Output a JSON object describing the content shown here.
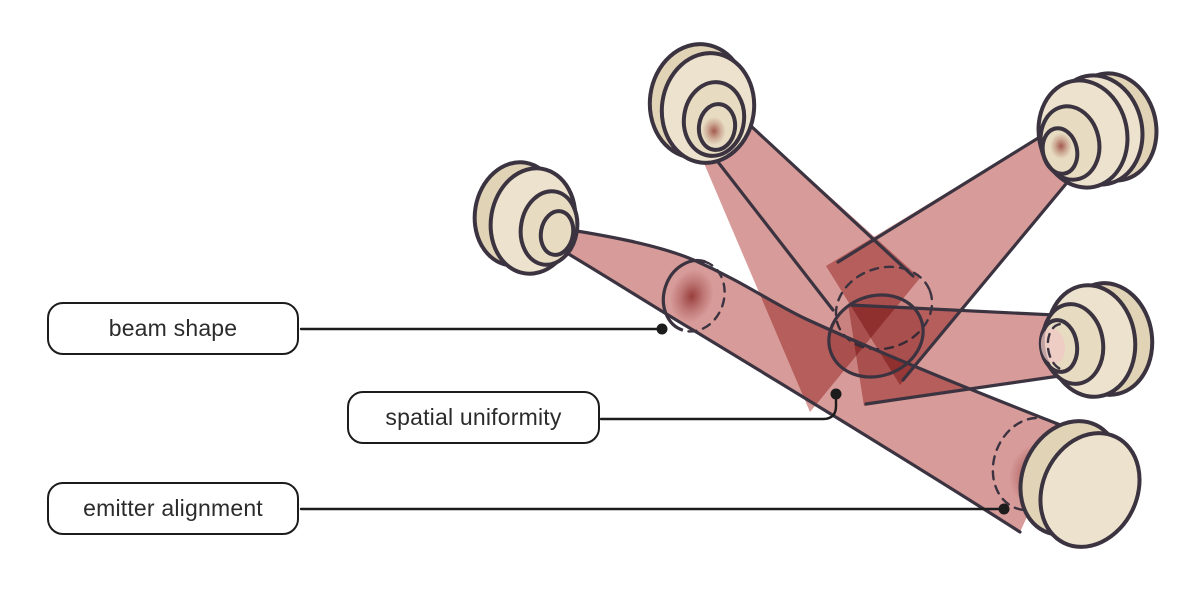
{
  "diagram": {
    "callouts": [
      {
        "id": "beam-shape",
        "label": "beam shape"
      },
      {
        "id": "spatial-uniformity",
        "label": "spatial uniformity"
      },
      {
        "id": "emitter-alignment",
        "label": "emitter alignment"
      }
    ],
    "components": [
      "emitter-top-center",
      "emitter-top-right",
      "emitter-left",
      "emitter-right",
      "target-disc-bottom-right",
      "beam-overlap-volume",
      "beam-waist-cross-section",
      "beam-cross-section-near-disc"
    ],
    "colors": {
      "background": "#ffffff",
      "outline": "#3b3340",
      "emitter_fill": "#ece2cd",
      "emitter_shade": "#e0d3b6",
      "ring_fill": "#e7dcc2",
      "beam": "#d49390",
      "beam_hotspot": "#a84c4b",
      "callout_line": "#1c1c1c",
      "label_text": "#2b2b2b",
      "label_border": "#1c1c1c"
    }
  }
}
